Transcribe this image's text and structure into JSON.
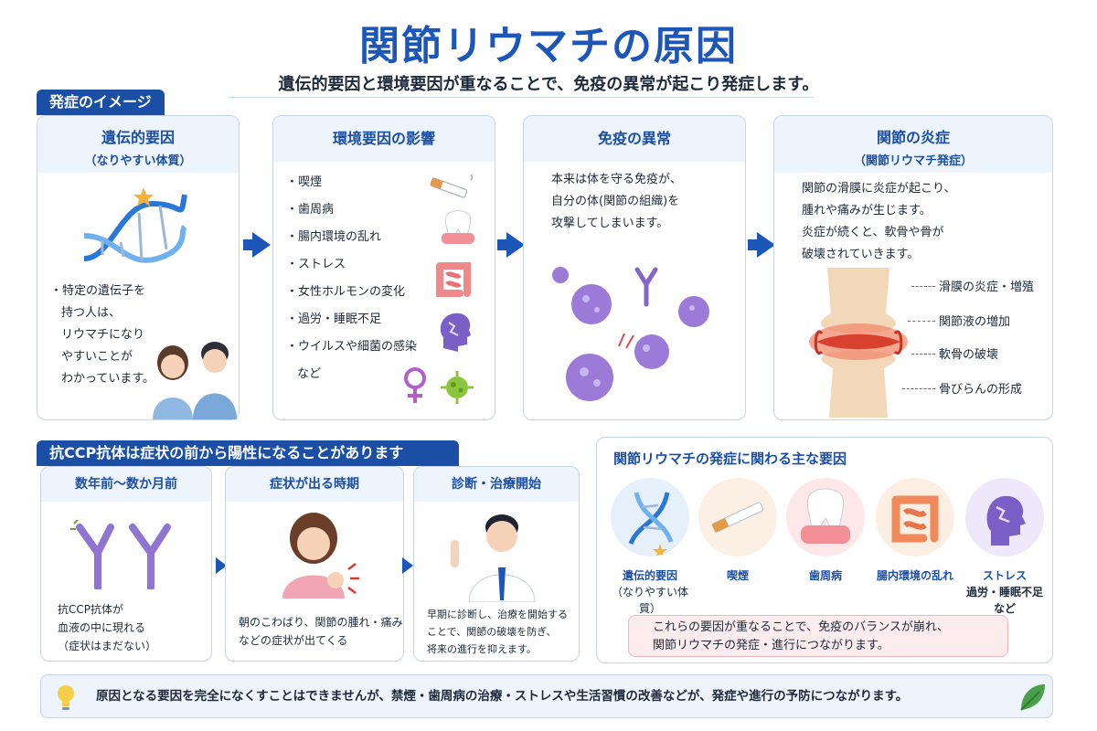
{
  "title": "関節リウマチの原因",
  "subtitle": "遺伝的要因と環境要因が重なることで、免疫の異常が起こり発症します。",
  "section1": {
    "tag": "発症のイメージ",
    "genetic": {
      "title": "遺伝的要因",
      "subtitle": "（なりやすい体質）",
      "lines": [
        "・特定の遺伝子を",
        "持つ人は、",
        "リウマチになり",
        "やすいことが",
        "わかっています。"
      ]
    },
    "environment": {
      "title": "環境要因の影響",
      "items": [
        "・喫煙",
        "・歯周病",
        "・腸内環境の乱れ",
        "・ストレス",
        "・女性ホルモンの変化",
        "・過労・睡眠不足",
        "・ウイルスや細菌の感染",
        "など"
      ]
    },
    "immune": {
      "title": "免疫の異常",
      "lines": [
        "本来は体を守る免疫が、",
        "自分の体(関節の組織)を",
        "攻撃してしまいます。"
      ]
    },
    "inflammation": {
      "title": "関節の炎症",
      "subtitle": "（関節リウマチ発症）",
      "lines": [
        "関節の滑膜に炎症が起こり、",
        "腫れや痛みが生じます。",
        "炎症が続くと、軟骨や骨が",
        "破壊されていきます。"
      ],
      "annotations": [
        "滑膜の炎症・増殖",
        "関節液の増加",
        "軟骨の破壊",
        "骨びらんの形成"
      ]
    }
  },
  "section2": {
    "tag": "抗CCP抗体は症状の前から陽性になることがあります",
    "stages": [
      {
        "title": "数年前〜数か月前",
        "lines": [
          "抗CCP抗体が",
          "血液の中に現れる",
          "（症状はまだない）"
        ]
      },
      {
        "title": "症状が出る時期",
        "lines": [
          "朝のこわばり、関節の腫れ・痛み",
          "などの症状が出てくる"
        ]
      },
      {
        "title": "診断・治療開始",
        "lines": [
          "早期に診断し、治療を開始する",
          "ことで、関節の破壊を防ぎ、",
          "将来の進行を抑えます。"
        ]
      }
    ]
  },
  "section3": {
    "title": "関節リウマチの発症に関わる主な要因",
    "factors": [
      {
        "label": "遺伝的要因",
        "sub": "（なりやすい体質）"
      },
      {
        "label": "喫煙",
        "sub": ""
      },
      {
        "label": "歯周病",
        "sub": ""
      },
      {
        "label": "腸内環境の乱れ",
        "sub": ""
      },
      {
        "label": "ストレス",
        "sub": "過労・睡眠不足",
        "sub2": "など"
      }
    ],
    "note_lines": [
      "これらの要因が重なることで、免疫のバランスが崩れ、",
      "関節リウマチの発症・進行につながります。"
    ]
  },
  "footer": "原因となる要因を完全になくすことはできませんが、禁煙・歯周病の治療・ストレスや生活習慣の改善などが、発症や進行の予防につながります。",
  "colors": {
    "primary": "#1b56b8",
    "tag": "#1b4fa6",
    "accent_red": "#d93a2b",
    "card_border": "#c3d4ec"
  }
}
